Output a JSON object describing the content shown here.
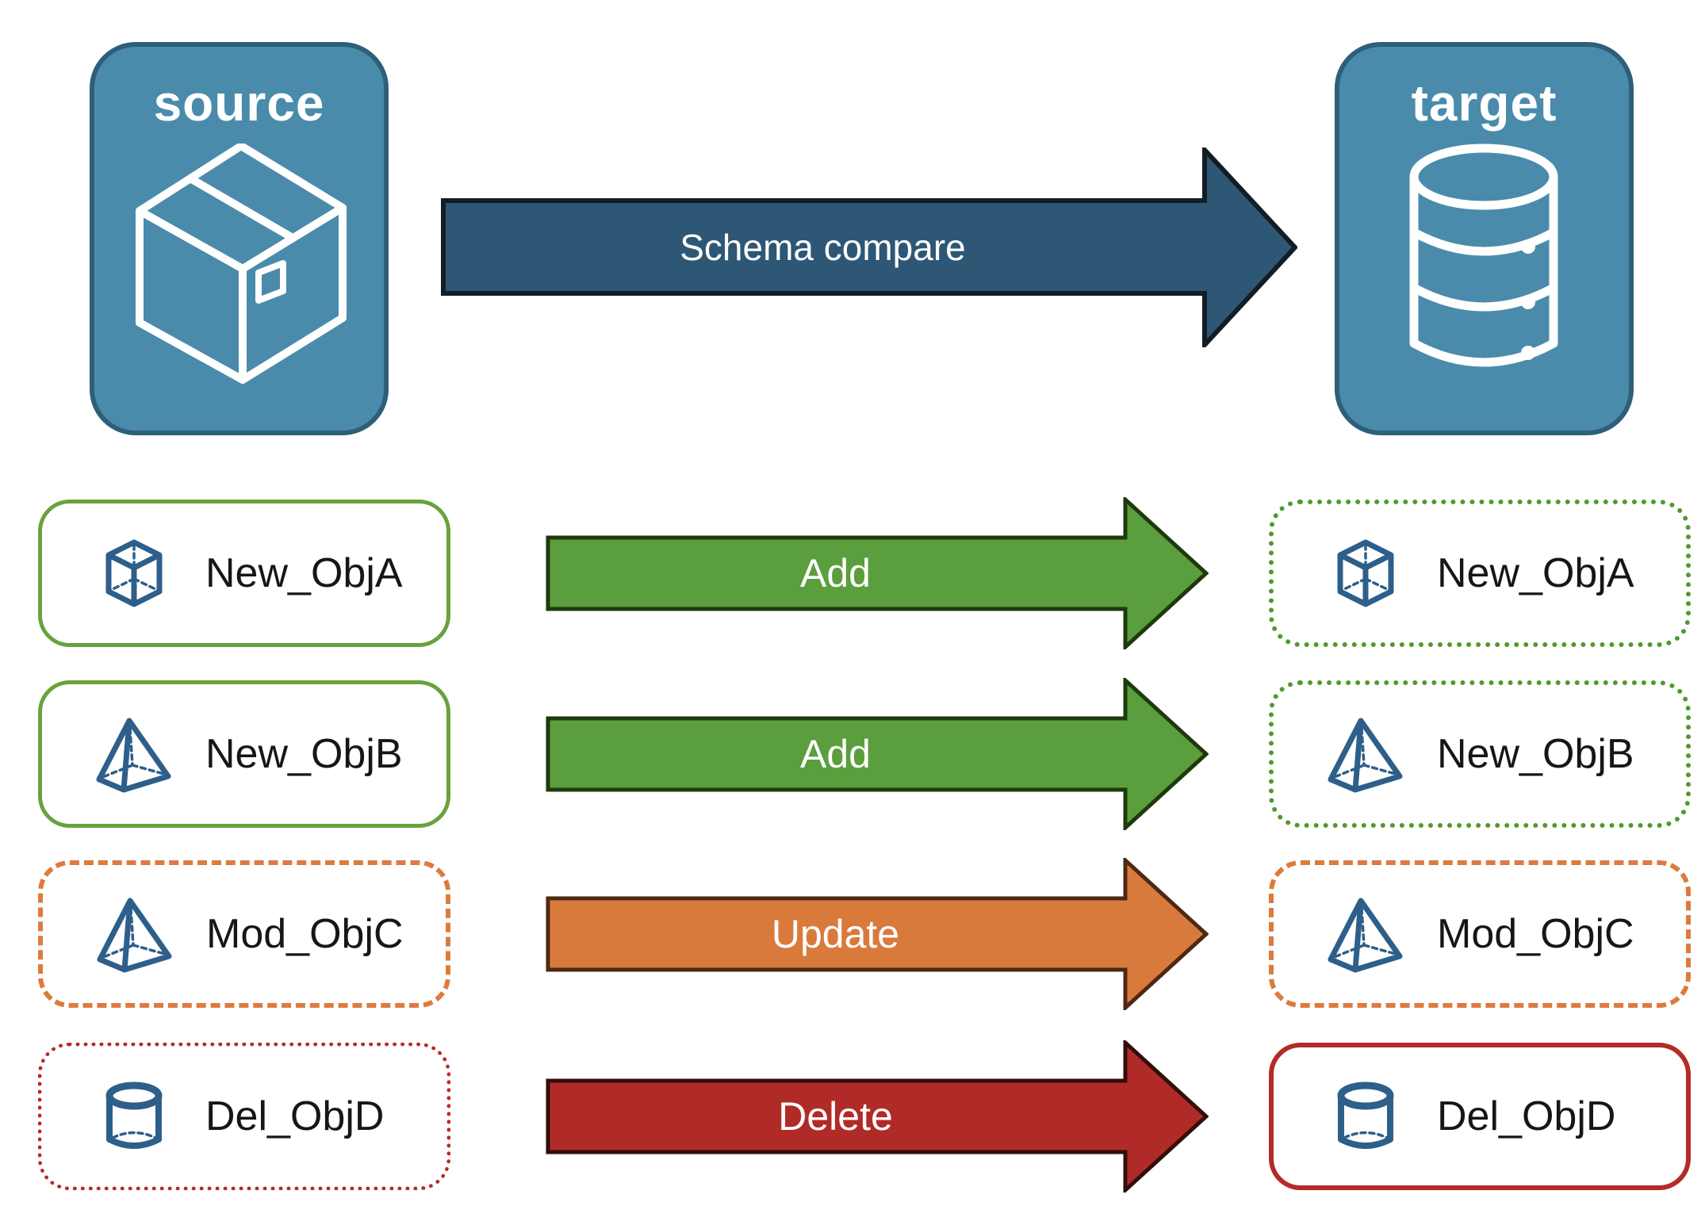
{
  "nodes": {
    "source": {
      "label": "source",
      "icon": "package-icon",
      "fill": "#4a8bac",
      "border_color": "#2e5f78"
    },
    "target": {
      "label": "target",
      "icon": "database-icon",
      "fill": "#4a8bac",
      "border_color": "#2e5f78"
    }
  },
  "flow": {
    "label": "Schema compare",
    "fill": "#2d5775",
    "border_color": "#141c24"
  },
  "rows": [
    {
      "name": "New_ObjA",
      "icon": "cube-icon",
      "action": "Add",
      "arrow": {
        "fill": "#5b9e3d",
        "border_color": "#1e3a0d"
      },
      "source_box": {
        "border_style": "solid",
        "border_color": "#68a23e"
      },
      "target_box": {
        "border_style": "dotted",
        "border_color": "#4f9a2d"
      }
    },
    {
      "name": "New_ObjB",
      "icon": "pyramid-icon",
      "action": "Add",
      "arrow": {
        "fill": "#5b9e3d",
        "border_color": "#1e3a0d"
      },
      "source_box": {
        "border_style": "solid",
        "border_color": "#68a23e"
      },
      "target_box": {
        "border_style": "dotted",
        "border_color": "#4f9a2d"
      }
    },
    {
      "name": "Mod_ObjC",
      "icon": "pyramid-icon",
      "action": "Update",
      "arrow": {
        "fill": "#d97a3d",
        "border_color": "#4d2913"
      },
      "source_box": {
        "border_style": "dashed",
        "border_color": "#dd7b3e"
      },
      "target_box": {
        "border_style": "dashed",
        "border_color": "#dd7b3e"
      }
    },
    {
      "name": "Del_ObjD",
      "icon": "cylinder-icon",
      "action": "Delete",
      "arrow": {
        "fill": "#b02b27",
        "border_color": "#330e0b"
      },
      "source_box": {
        "border_style": "dotted",
        "border_color": "#b52b27"
      },
      "target_box": {
        "border_style": "solid",
        "border_color": "#b52b27"
      }
    }
  ],
  "icon_stroke_color": "#2d5f8a",
  "text_color": "#161616"
}
